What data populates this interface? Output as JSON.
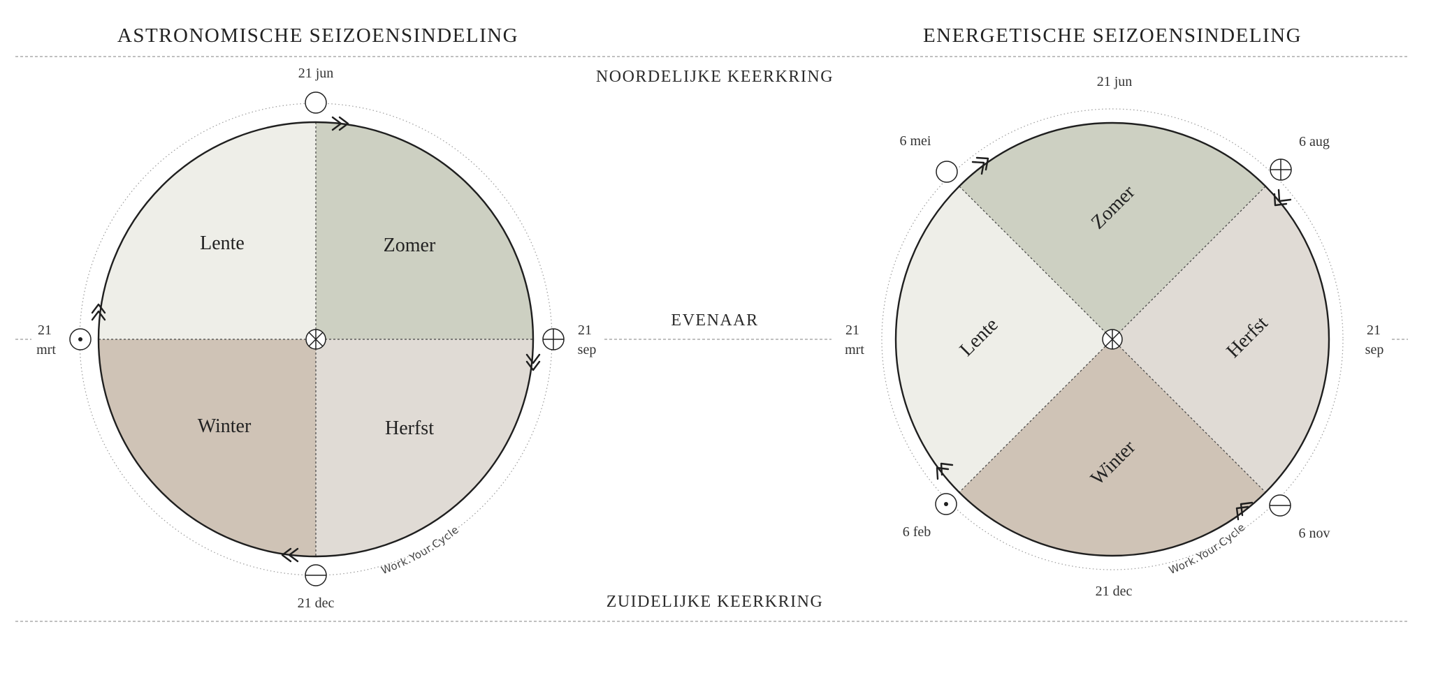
{
  "titles": {
    "left": "ASTRONOMISCHE SEIZOENSINDELING",
    "right": "ENERGETISCHE SEIZOENSINDELING"
  },
  "lines": {
    "north": "NOORDELIJKE KEERKRING",
    "equator": "EVENAAR",
    "south": "ZUIDELIJKE KEERKRING"
  },
  "left_wheel": {
    "seasons": {
      "spring": "Lente",
      "summer": "Zomer",
      "autumn": "Herfst",
      "winter": "Winter"
    },
    "dates": {
      "top": "21 jun",
      "right_day": "21",
      "right_month": "sep",
      "bottom": "21 dec",
      "left_day": "21",
      "left_month": "mrt"
    },
    "brand": "Work.Your.Cycle"
  },
  "right_wheel": {
    "seasons": {
      "spring": "Lente",
      "summer": "Zomer",
      "autumn": "Herfst",
      "winter": "Winter"
    },
    "dates": {
      "top": "21 jun",
      "top_left": "6 mei",
      "top_right": "6 aug",
      "right_day": "21",
      "right_month": "sep",
      "bottom_right": "6 nov",
      "bottom": "21 dec",
      "bottom_left": "6 feb",
      "left_day": "21",
      "left_month": "mrt"
    },
    "brand": "Work.Your.Cycle"
  },
  "colors": {
    "spring": "#eeeee8",
    "summer": "#cdd0c2",
    "autumn": "#e0dbd5",
    "winter": "#cfc3b6",
    "stroke": "#1f1f1f",
    "guide": "#9a9a9a"
  },
  "symbols": {
    "summer_solstice": "empty-circle-icon",
    "autumn_equinox": "circle-plus-icon",
    "winter_solstice": "circle-minus-icon",
    "spring_equinox": "circle-dot-icon",
    "center": "wheel-center-icon"
  }
}
